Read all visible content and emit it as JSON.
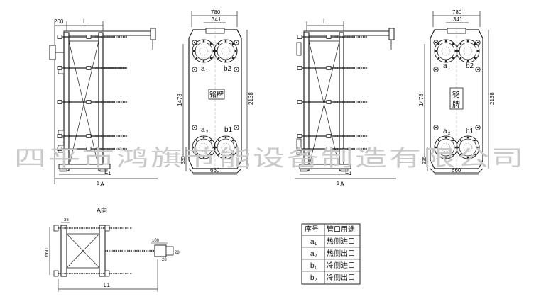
{
  "side_view_left": {
    "dim_top_left": "200",
    "dim_top_length": "L",
    "dim_bottom_l1": "L",
    "dim_bottom_l1_sub": "1",
    "section_marker": "1",
    "section_letter": "A"
  },
  "plate_view_left": {
    "width_total": "780",
    "port_spacing": "341",
    "height_ports": "1478",
    "height_total": "2138",
    "bottom_offset": "335",
    "bottom_width": "660",
    "port_labels": {
      "a_top": "a",
      "a_top_sub": "1",
      "b_top": "b2",
      "a_bot": "a",
      "a_bot_sub": "2",
      "b_bot": "b1"
    },
    "nameplate": "铭牌"
  },
  "side_view_right": {
    "dim_top_length": "L",
    "dim_bottom_l1": "L",
    "dim_bottom_l1_sub": "1",
    "section_marker": "1",
    "section_letter": "A"
  },
  "plate_view_right": {
    "width_total": "780",
    "port_spacing": "341",
    "height_ports": "1478",
    "height_total": "2138",
    "bottom_offset": "335",
    "bottom_width": "660",
    "port_labels": {
      "a_top": "a",
      "a_top_sub": "1",
      "b_top": "b2",
      "a_bot": "a",
      "a_bot_sub": "2",
      "b_bot": "b1"
    },
    "nameplate_top": "铭",
    "nameplate_bottom": "牌"
  },
  "bottom_view": {
    "title": "A向",
    "dim_38": "38",
    "dim_660": "660",
    "dim_100": "100",
    "dim_28": "28",
    "dim_l1": "L1"
  },
  "port_table": {
    "headers": [
      "序号",
      "管口用途"
    ],
    "rows": [
      {
        "id": "a",
        "sub": "1",
        "use": "热侧进口"
      },
      {
        "id": "a",
        "sub": "2",
        "use": "热侧出口"
      },
      {
        "id": "b",
        "sub": "1",
        "use": "冷侧进口"
      },
      {
        "id": "b",
        "sub": "2",
        "use": "冷侧出口"
      }
    ]
  },
  "watermark": "四平市鸿旗节能设备制造有限公司"
}
